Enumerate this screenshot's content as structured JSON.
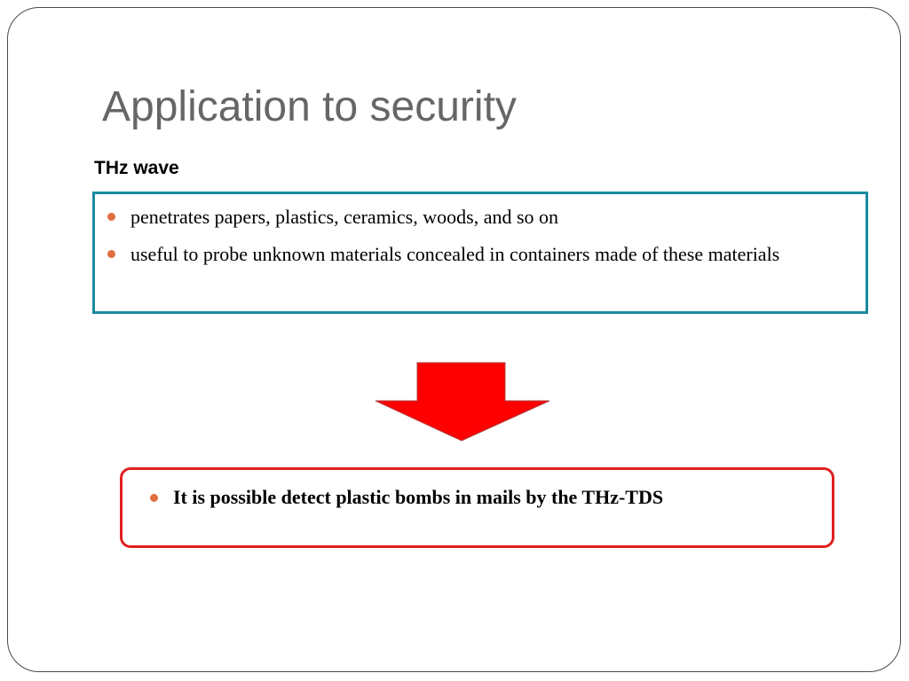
{
  "slide": {
    "title": "Application to security",
    "subtitle": "THz wave",
    "properties": [
      "penetrates papers, plastics, ceramics, woods, and so on",
      "useful to probe unknown materials concealed in containers made of these materials"
    ],
    "conclusion": "It is possible detect plastic bombs in mails by the THz-TDS"
  },
  "colors": {
    "title": "#666666",
    "properties_border": "#1b8aa0",
    "conclusion_border": "#e02020",
    "arrow": "#ff0000",
    "bullet": "#e07040"
  }
}
